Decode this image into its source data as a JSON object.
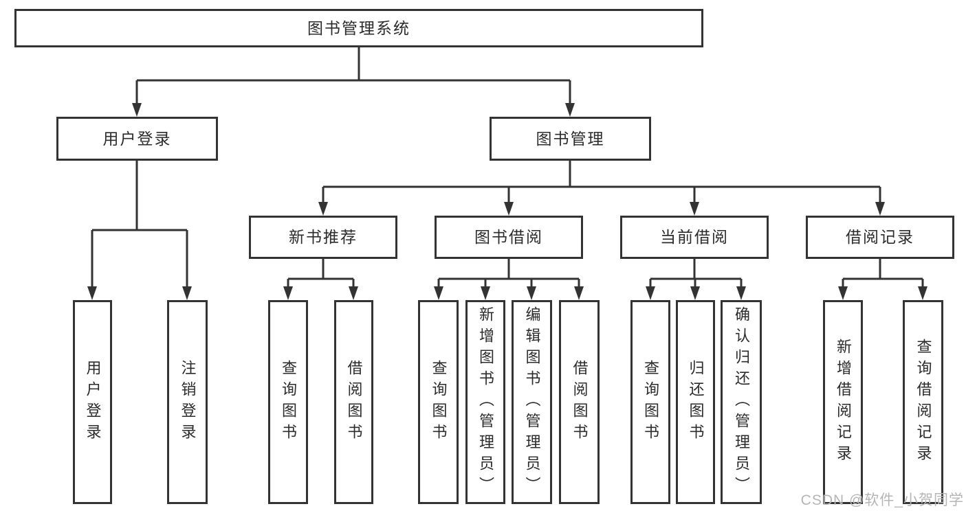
{
  "colors": {
    "line": "#333333",
    "box_border": "#333333",
    "text": "#2b2b2b",
    "watermark": "#b5b5b5",
    "background": "#ffffff"
  },
  "watermark": {
    "text": "CSDN @软件_小贺同学"
  },
  "tree": {
    "label": "图书管理系统",
    "children": [
      {
        "label": "用户登录",
        "children": [
          {
            "label": "用户登录"
          },
          {
            "label": "注销登录"
          }
        ]
      },
      {
        "label": "图书管理",
        "children": [
          {
            "label": "新书推荐",
            "children": [
              {
                "label": "查询图书"
              },
              {
                "label": "借阅图书"
              }
            ]
          },
          {
            "label": "图书借阅",
            "children": [
              {
                "label": "查询图书"
              },
              {
                "label": "新增图书（管理员）"
              },
              {
                "label": "编辑图书（管理员）"
              },
              {
                "label": "借阅图书"
              }
            ]
          },
          {
            "label": "当前借阅",
            "children": [
              {
                "label": "查询图书"
              },
              {
                "label": "归还图书"
              },
              {
                "label": "确认归还（管理员）"
              }
            ]
          },
          {
            "label": "借阅记录",
            "children": [
              {
                "label": "新增借阅记录"
              },
              {
                "label": "查询借阅记录"
              }
            ]
          }
        ]
      }
    ]
  }
}
